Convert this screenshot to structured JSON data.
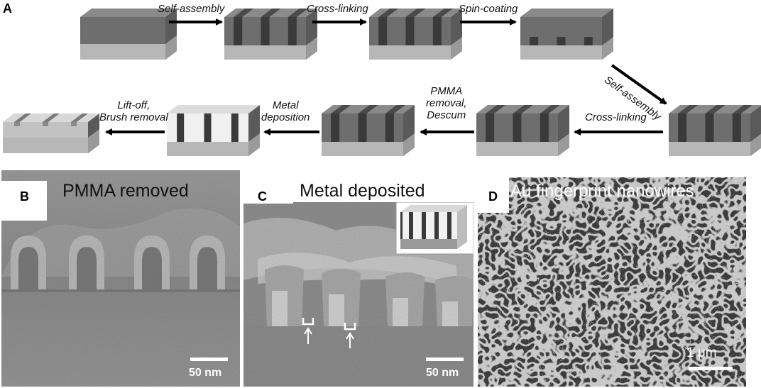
{
  "panel_a": {
    "letter": "A",
    "steps_top": [
      "Self-assembly",
      "Cross-linking",
      "Spin-coating"
    ],
    "step_right_down": "Self-assembly",
    "steps_bottom": [
      {
        "line1": "Cross-linking",
        "line2": ""
      },
      {
        "line1": "PMMA",
        "line2": "removal,",
        "line3": "Descum"
      },
      {
        "line1": "Metal",
        "line2": "deposition"
      },
      {
        "line1": "Lift-off,",
        "line2": "Brush removal"
      }
    ]
  },
  "panel_b": {
    "letter": "B",
    "title": "PMMA removed",
    "scale": "50 nm"
  },
  "panel_c": {
    "letter": "C",
    "title": "Metal deposited",
    "scale": "50 nm"
  },
  "panel_d": {
    "letter": "D",
    "title": "Au fingerprint nanowires",
    "scale": "1 μm"
  },
  "colors": {
    "substrate_front": "#b7b7b7",
    "polymer_front": "#6e6e6e",
    "dark_stripe": "#3a3a3a",
    "sem_bg": "#8f8f8f"
  }
}
